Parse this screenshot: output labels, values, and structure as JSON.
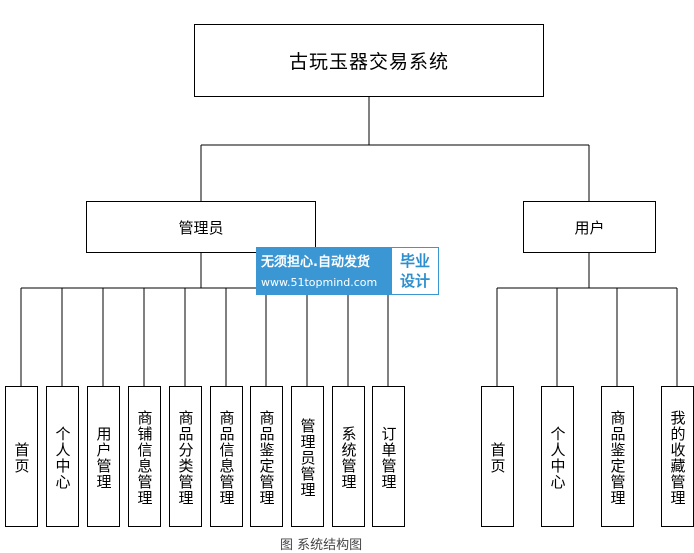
{
  "root": {
    "label": "古玩玉器交易系统"
  },
  "admin": {
    "label": "管理员",
    "modules": [
      "首页",
      "个人中心",
      "用户管理",
      "商铺信息管理",
      "商品分类管理",
      "商品信息管理",
      "商品鉴定管理",
      "管理员管理",
      "系统管理",
      "订单管理"
    ]
  },
  "user": {
    "label": "用户",
    "modules": [
      "首页",
      "个人中心",
      "商品鉴定管理",
      "我的收藏管理"
    ]
  },
  "watermark": {
    "line1": "无须担心.自动发货",
    "line2": "www.51topmind.com",
    "badge_top": "毕业",
    "badge_bottom": "设计"
  },
  "caption": "图 系统结构图"
}
